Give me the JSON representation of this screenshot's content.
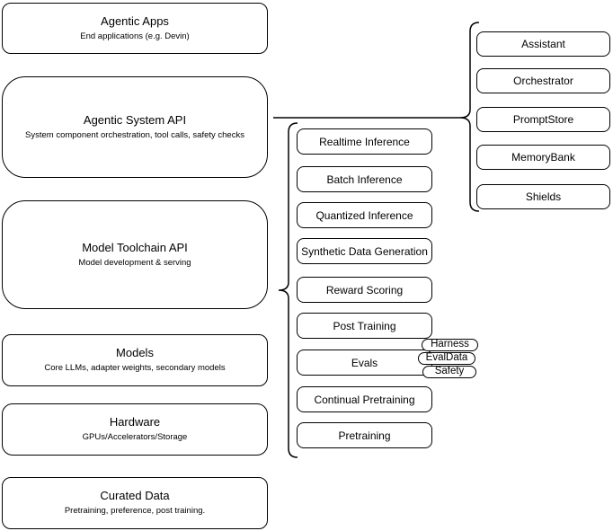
{
  "left": [
    {
      "title": "Agentic Apps",
      "subtitle": "End applications (e.g. Devin)"
    },
    {
      "title": "Agentic System API",
      "subtitle": "System component orchestration, tool calls, safety checks"
    },
    {
      "title": "Model Toolchain API",
      "subtitle": "Model development & serving"
    },
    {
      "title": "Models",
      "subtitle": "Core LLMs, adapter weights, secondary models"
    },
    {
      "title": "Hardware",
      "subtitle": "GPUs/Accelerators/Storage"
    },
    {
      "title": "Curated Data",
      "subtitle": "Pretraining, preference, post training."
    }
  ],
  "middle": [
    {
      "label": "Realtime Inference"
    },
    {
      "label": "Batch Inference"
    },
    {
      "label": "Quantized Inference"
    },
    {
      "label": "Synthetic Data Generation"
    },
    {
      "label": "Reward Scoring"
    },
    {
      "label": "Post Training"
    },
    {
      "label": "Evals"
    },
    {
      "label": "Continual Pretraining"
    },
    {
      "label": "Pretraining"
    }
  ],
  "eval_tags": [
    {
      "label": "Harness"
    },
    {
      "label": "EvalData"
    },
    {
      "label": "Safety"
    }
  ],
  "right": [
    {
      "label": "Assistant"
    },
    {
      "label": "Orchestrator"
    },
    {
      "label": "PromptStore"
    },
    {
      "label": "MemoryBank"
    },
    {
      "label": "Shields"
    }
  ],
  "colors": {
    "stroke": "#000000",
    "fill": "#ffffff"
  }
}
